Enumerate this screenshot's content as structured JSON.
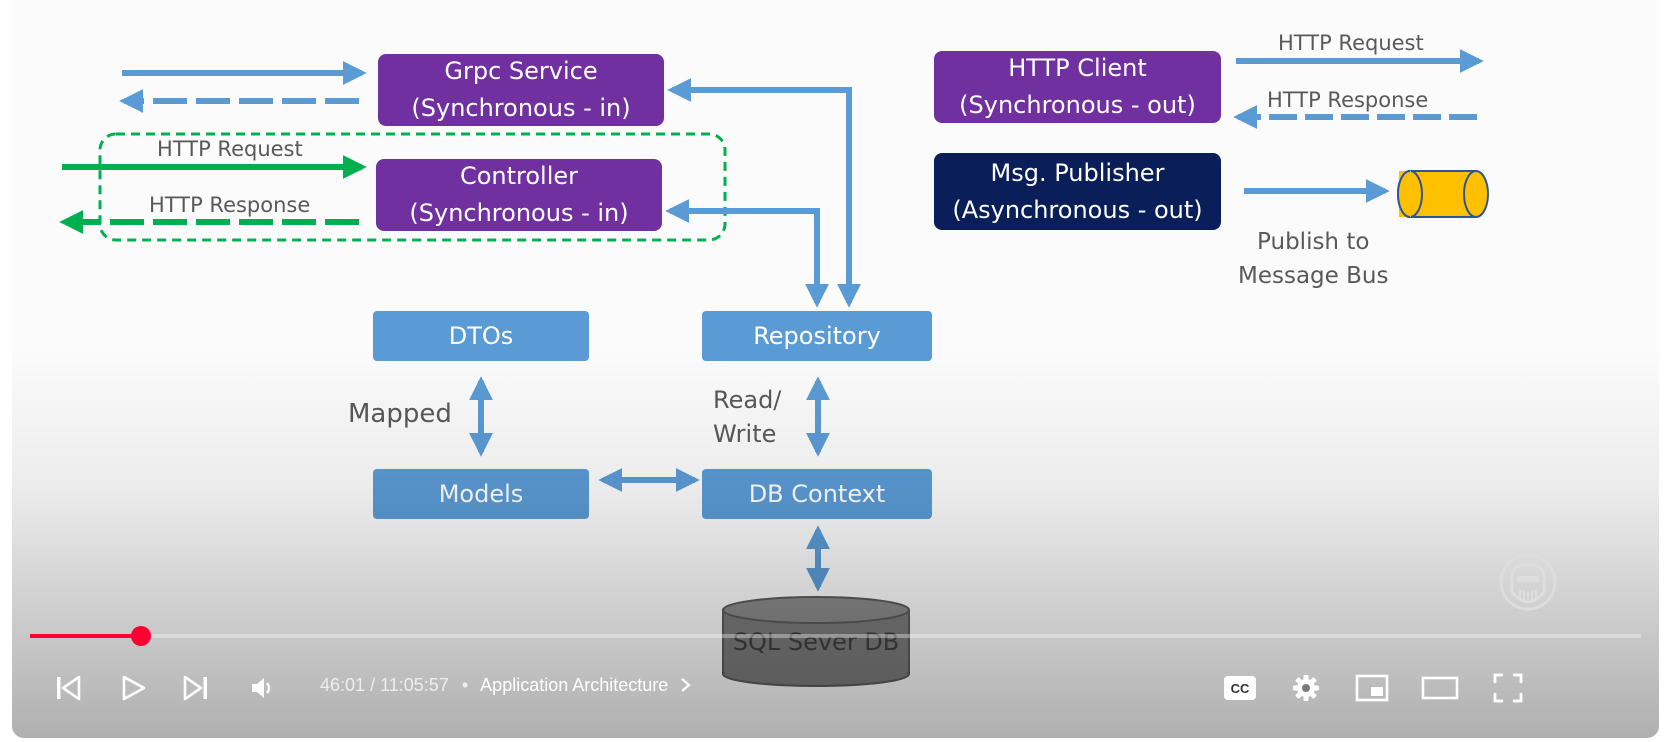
{
  "diagram": {
    "grpc_service": [
      "Grpc Service",
      "(Synchronous - in)"
    ],
    "controller": [
      "Controller",
      "(Synchronous - in)"
    ],
    "http_client": [
      "HTTP Client",
      "(Synchronous - out)"
    ],
    "msg_publisher": [
      "Msg. Publisher",
      "(Asynchronous - out)"
    ],
    "dtos": "DTOs",
    "repository": "Repository",
    "models": "Models",
    "db_context": "DB Context",
    "sql_db": "SQL Sever DB",
    "labels": {
      "controller_http_request": "HTTP Request",
      "controller_http_response": "HTTP Response",
      "client_http_request": "HTTP Request",
      "client_http_response": "HTTP Response",
      "publish": [
        "Publish to",
        "Message Bus"
      ],
      "mapped": "Mapped",
      "read_write": [
        "Read/",
        "Write"
      ]
    },
    "colors": {
      "purple": "#7030a0",
      "navy": "#0a1e5a",
      "box_blue": "#5b9bd5",
      "arrow_blue": "#5b9bd5",
      "green": "#00b050",
      "bus_yellow": "#ffc000"
    }
  },
  "player": {
    "current_time": "46:01",
    "separator": "/",
    "duration": "11:05:57",
    "bullet": "•",
    "chapter_title": "Application Architecture",
    "progress": 0.069,
    "progress_color": "#ff0033",
    "icons": [
      "previous-icon",
      "play-icon",
      "next-icon",
      "volume-icon",
      "chevron-right-icon",
      "captions-icon",
      "settings-icon",
      "miniplayer-icon",
      "theater-icon",
      "fullscreen-icon"
    ],
    "captions_label": "CC"
  }
}
